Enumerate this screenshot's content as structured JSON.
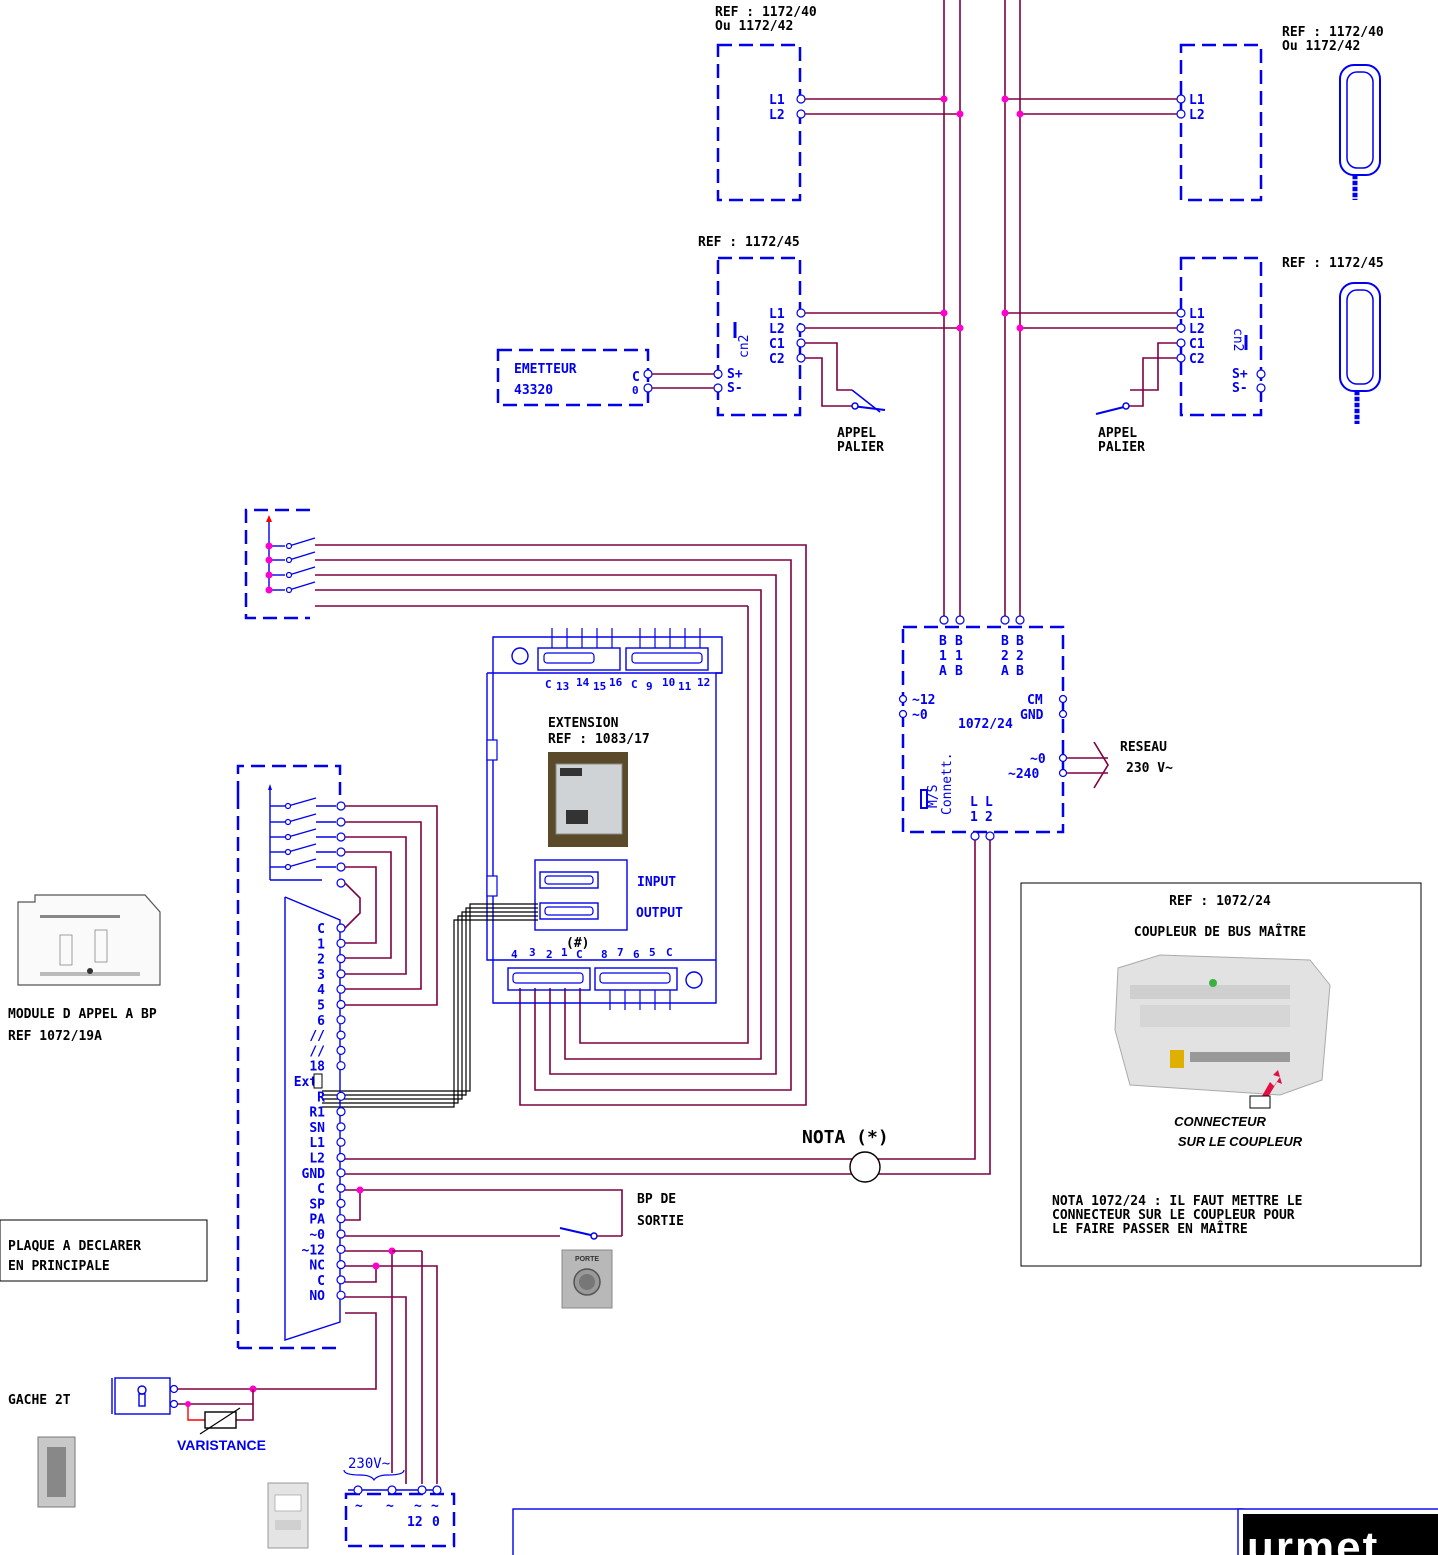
{
  "apartments": {
    "top_left_ref": [
      "REF : 1172/40",
      "Ou 1172/42"
    ],
    "top_right_ref": [
      "REF : 1172/40",
      "Ou 1172/42"
    ],
    "mid_left_ref": "REF : 1172/45",
    "mid_right_ref": "REF : 1172/45",
    "terminals_top": [
      "L1",
      "L2"
    ],
    "terminals_mid": [
      "L1",
      "L2",
      "C1",
      "C2"
    ],
    "cn2": "cn2",
    "s_plus": "S+",
    "s_minus": "S-",
    "appel_palier": [
      "APPEL",
      "PALIER"
    ]
  },
  "emetteur": {
    "name": "EMETTEUR",
    "ref": "43320",
    "t1": "C",
    "t2": "0"
  },
  "coupler": {
    "top_terms": [
      [
        "B",
        "1",
        "A"
      ],
      [
        "B",
        "1",
        "B"
      ],
      [
        "B",
        "2",
        "A"
      ],
      [
        "B",
        "2",
        "B"
      ]
    ],
    "left_terms": [
      "~12",
      "~0"
    ],
    "right_terms": [
      "CM",
      "GND"
    ],
    "name": "1072/24",
    "mains_terms": [
      "~0",
      "~240"
    ],
    "ms": "M/S",
    "connett": "Connett.",
    "bottom_terms": [
      [
        "L",
        "1"
      ],
      [
        "L",
        "2"
      ]
    ]
  },
  "reseau": [
    "RESEAU",
    "230 V~"
  ],
  "extension": {
    "title": "EXTENSION",
    "ref": "REF : 1083/17",
    "top_pins": [
      "C",
      "13",
      "14",
      "15",
      "16",
      "C",
      "9",
      "10",
      "11",
      "12"
    ],
    "input": "INPUT",
    "output": "OUTPUT",
    "hash": "(#)",
    "bottom_pins": [
      "4",
      "3",
      "2",
      "1",
      "C",
      "8",
      "7",
      "6",
      "5",
      "C"
    ]
  },
  "module": {
    "name": "MODULE D APPEL A BP",
    "ref": "REF 1072/19A",
    "terminals": [
      "C",
      "1",
      "2",
      "3",
      "4",
      "5",
      "6",
      "//",
      "//",
      "18",
      "Ext.",
      "R",
      "R1",
      "SN",
      "L1",
      "L2",
      "GND",
      "C",
      "SP",
      "PA",
      "~0",
      "~12",
      "NC",
      "C",
      "NO"
    ]
  },
  "nota": "NOTA (*)",
  "bp_sortie": [
    "BP DE",
    "SORTIE"
  ],
  "porte": "PORTE",
  "plaque": [
    "PLAQUE A DECLARER",
    "EN PRINCIPALE"
  ],
  "gache": "GACHE 2T",
  "varistance": "VARISTANCE",
  "power": {
    "label": "230V~",
    "terms": [
      "~",
      "~",
      "~",
      "~"
    ],
    "out": [
      "12",
      "0"
    ]
  },
  "info_box": {
    "ref": "REF : 1072/24",
    "subtitle": "COUPLEUR DE BUS MAÎTRE",
    "connector": [
      "CONNECTEUR",
      "SUR LE COUPLEUR"
    ],
    "note": [
      "NOTA 1072/24 : IL FAUT METTRE LE",
      "CONNECTEUR SUR LE COUPLEUR POUR",
      "LE FAIRE PASSER EN MAÎTRE"
    ]
  },
  "logo": "urmet",
  "colors": {
    "wire": "#800040",
    "frame": "#0000ee",
    "junction": "#ff00cc"
  }
}
